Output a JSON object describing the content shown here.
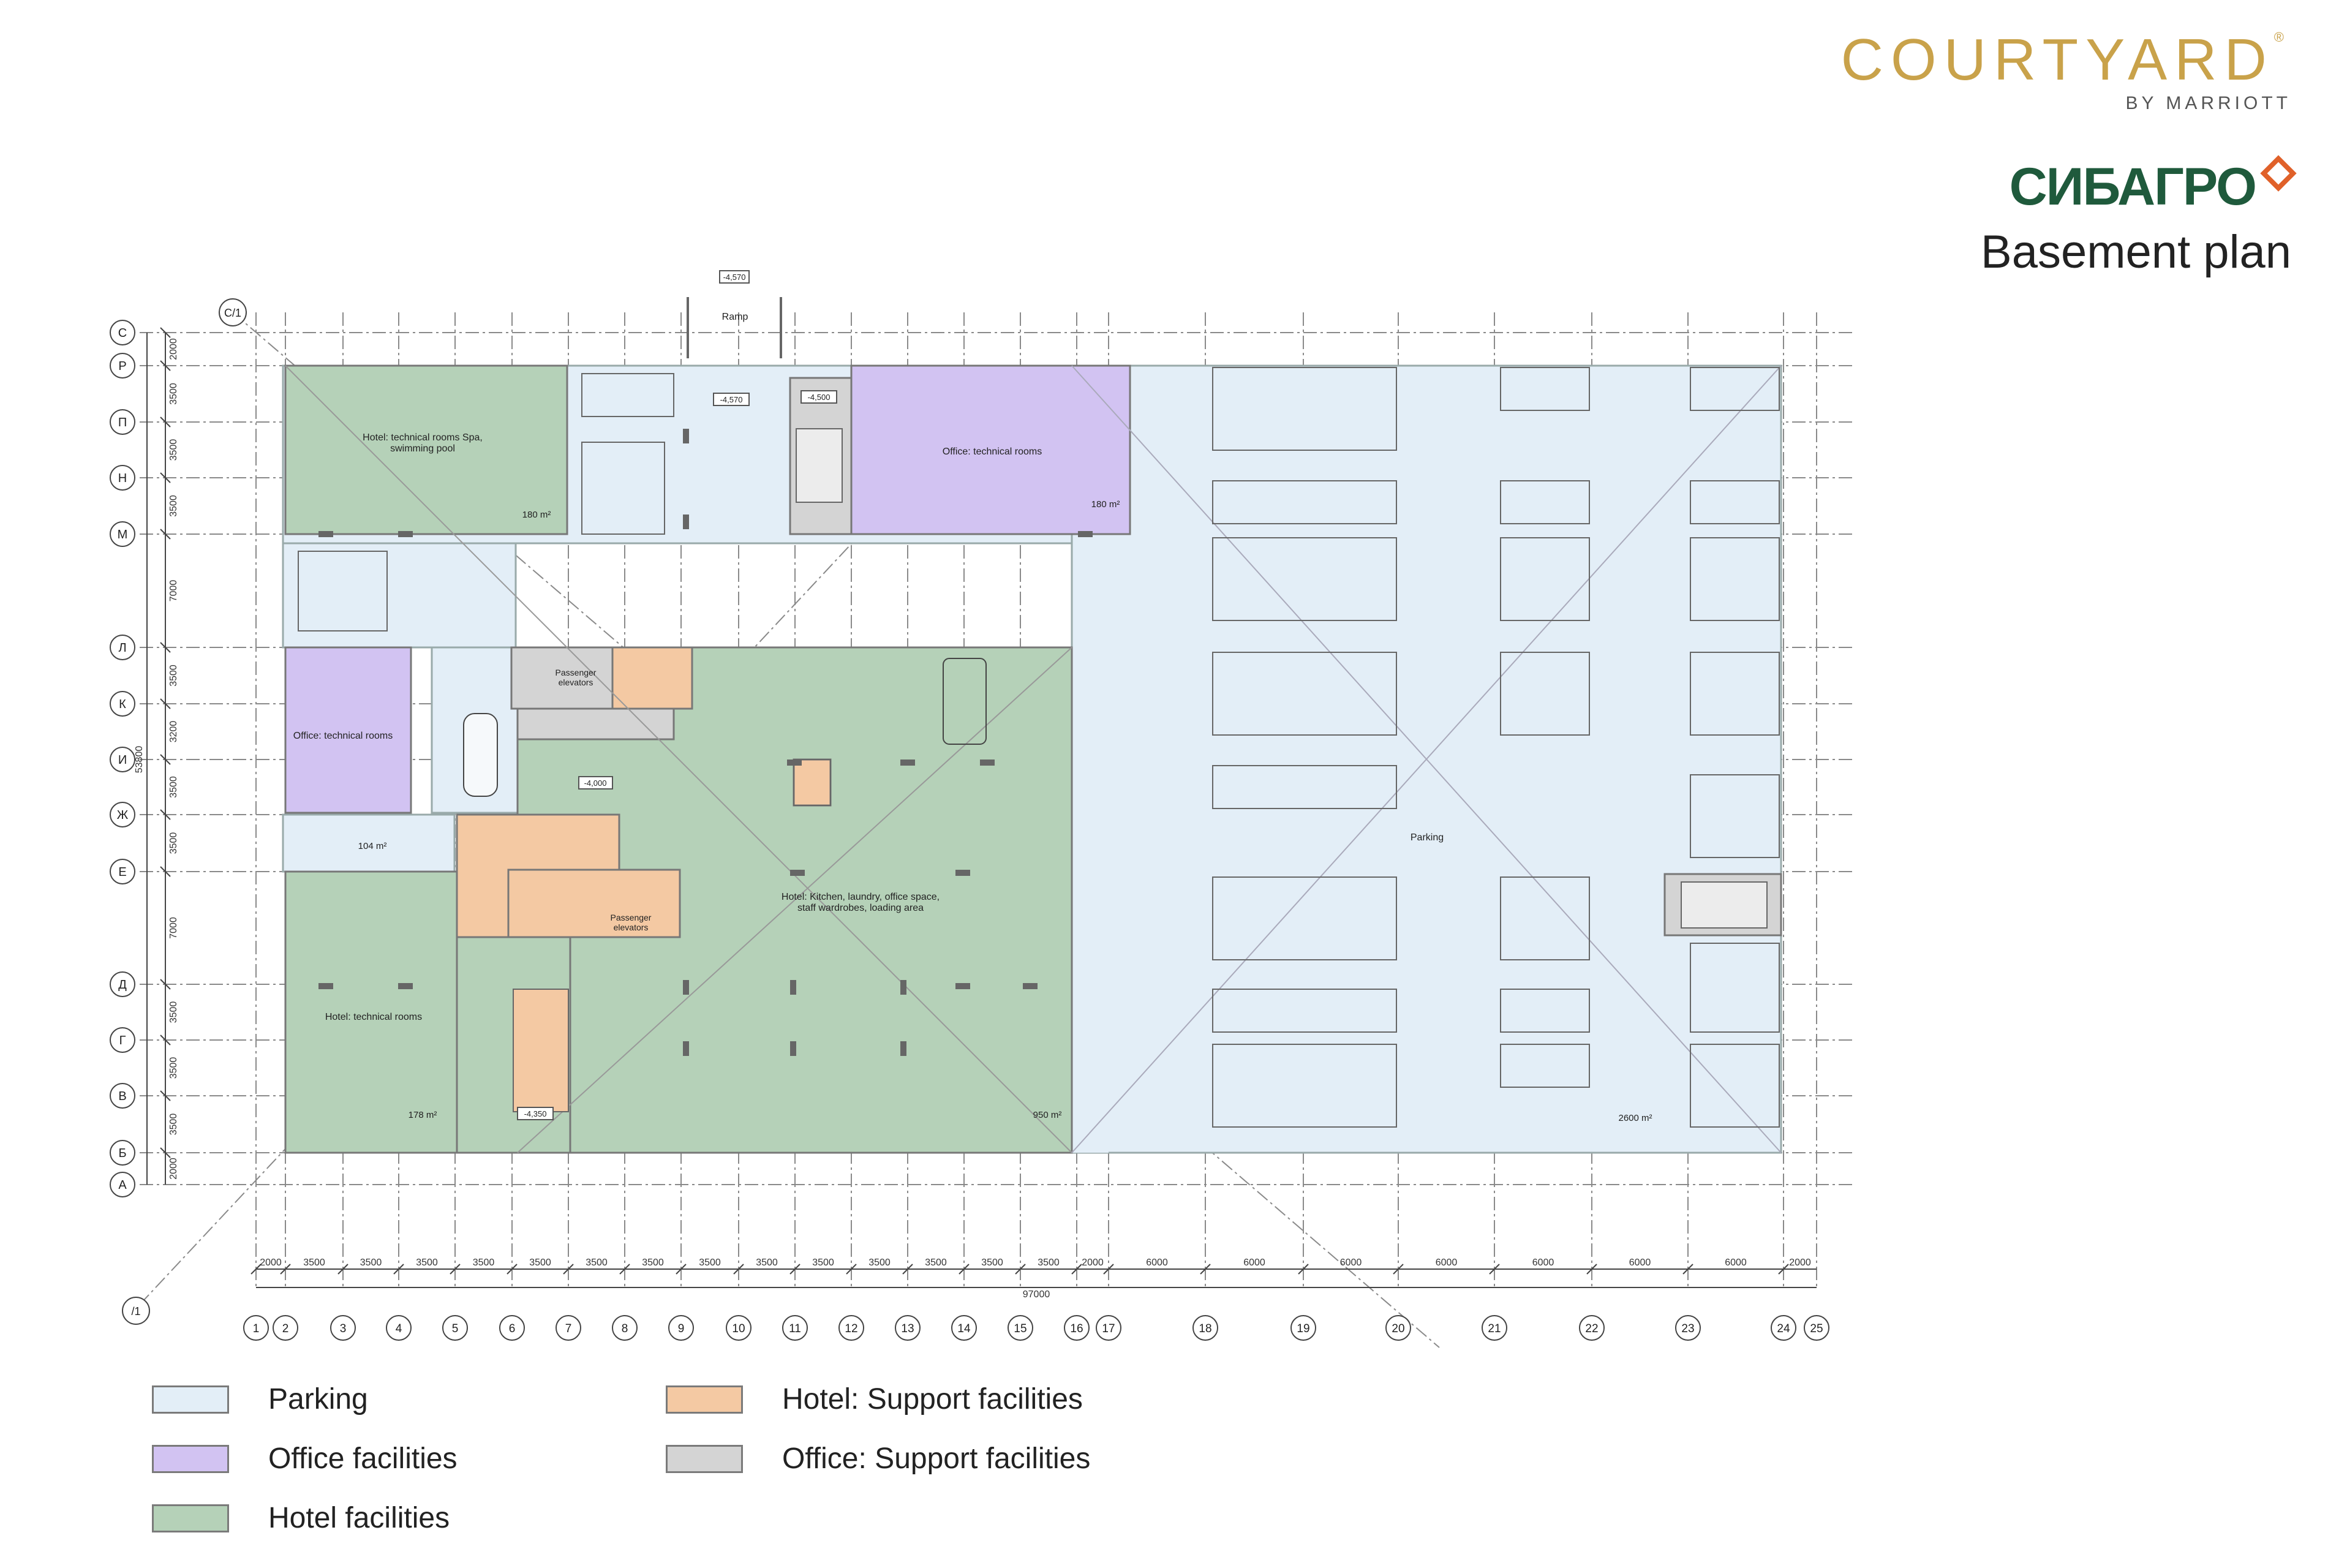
{
  "brand": {
    "courtyard": "COURTYARD",
    "courtyard_mark": "®",
    "by_marriott": "BY MARRIOTT",
    "sibagro": "СИБАГРО"
  },
  "sheet_title": "Basement plan",
  "colors": {
    "parking": "#e3eef7",
    "office": "#d2c3f2",
    "hotel": "#b5d1b8",
    "hotel_support": "#f4c9a3",
    "office_support": "#d4d4d4"
  },
  "labels": {
    "ramp": "Ramp",
    "elev_ramp": "-4,570",
    "elev_2": "-4,570",
    "elev_3": "-4,500",
    "elev_4": "-4,000",
    "elev_5": "-4,350",
    "spa": "Hotel: technical rooms Spa, swimming pool",
    "spa_area": "180 m²",
    "office_top": "Office: technical rooms",
    "office_top_area": "180 m²",
    "office_left": "Office: technical rooms",
    "passenger_elev_1": "Passenger elevators",
    "passenger_elev_2": "Passenger elevators",
    "area_104": "104 m²",
    "kitchen": "Hotel: Kitchen, laundry, office space, staff wardrobes, loading area",
    "hotel_tech": "Hotel: technical rooms",
    "area_178": "178 m²",
    "area_950": "950 m²",
    "parking": "Parking",
    "area_2600": "2600 m²"
  },
  "grid": {
    "rows": [
      "С",
      "Р",
      "П",
      "Н",
      "М",
      "Л",
      "К",
      "И",
      "Ж",
      "Е",
      "Д",
      "Г",
      "В",
      "Б",
      "А"
    ],
    "row_dims": [
      "2000",
      "3500",
      "3500",
      "3500",
      "7000",
      "3500",
      "3200",
      "3500",
      "3500",
      "7000",
      "3500",
      "3500",
      "3500",
      "2000"
    ],
    "row_total": "53800",
    "cols": [
      "1",
      "2",
      "3",
      "4",
      "5",
      "6",
      "7",
      "8",
      "9",
      "10",
      "11",
      "12",
      "13",
      "14",
      "15",
      "16",
      "17",
      "18",
      "19",
      "20",
      "21",
      "22",
      "23",
      "24",
      "25"
    ],
    "col_dims": [
      "2000",
      "3500",
      "3500",
      "3500",
      "3500",
      "3500",
      "3500",
      "3500",
      "3500",
      "3500",
      "3500",
      "3500",
      "3500",
      "3500",
      "3500",
      "2000",
      "6000",
      "6000",
      "6000",
      "6000",
      "6000",
      "6000",
      "6000",
      "2000"
    ],
    "col_total": "97000",
    "diag_top": "C/1",
    "diag_bottom": "/1"
  },
  "legend": [
    {
      "label": "Parking",
      "color": "#e3eef7"
    },
    {
      "label": "Office facilities",
      "color": "#d2c3f2"
    },
    {
      "label": "Hotel  facilities",
      "color": "#b5d1b8"
    },
    {
      "label": "Hotel: Support facilities",
      "color": "#f4c9a3"
    },
    {
      "label": "Office: Support facilities",
      "color": "#d4d4d4"
    }
  ]
}
